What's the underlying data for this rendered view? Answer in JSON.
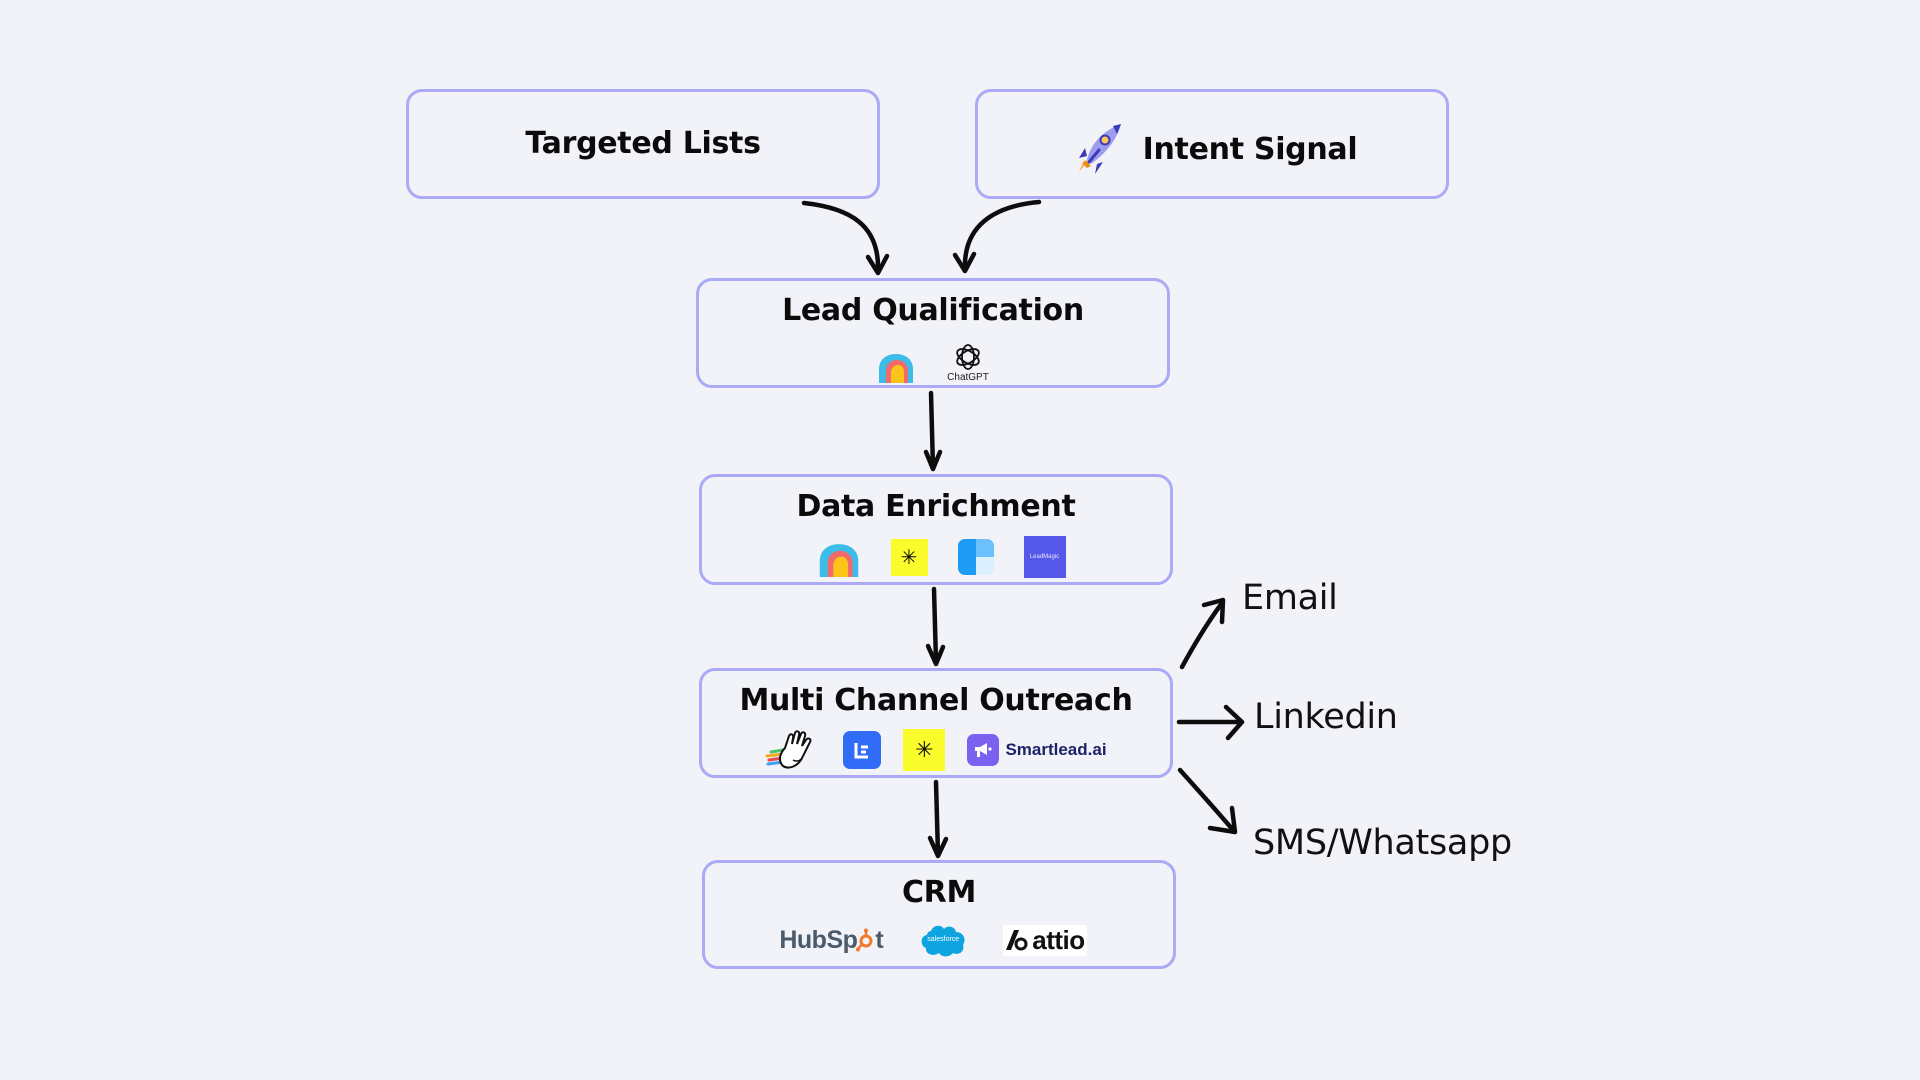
{
  "diagram": {
    "sources": [
      {
        "label": "Targeted Lists"
      },
      {
        "label": "Intent Signal",
        "icon": "rocket-icon"
      }
    ],
    "stages": [
      {
        "label": "Lead Qualification",
        "tools": [
          "clay-logo",
          "ChatGPT"
        ]
      },
      {
        "label": "Data Enrichment",
        "tools": [
          "clay-logo",
          "clearbit-yellow-logo",
          "apollo-blue-logo",
          "LeadMagic"
        ]
      },
      {
        "label": "Multi Channel Outreach",
        "tools": [
          "hand-wave-logo",
          "lemlist-logo",
          "clearbit-yellow-logo",
          "Smartlead.ai"
        ]
      },
      {
        "label": "CRM",
        "tools": [
          "HubSpot",
          "salesforce",
          "attio"
        ]
      }
    ],
    "outreach_channels": [
      {
        "label": "Email"
      },
      {
        "label": "Linkedin"
      },
      {
        "label": "SMS/Whatsapp"
      }
    ],
    "logo_text": {
      "chatgpt": "ChatGPT",
      "leadmagic": "LeadMagic",
      "smartlead": "Smartlead.ai",
      "hubspot_a": "HubSp",
      "hubspot_b": "t",
      "salesforce": "salesforce",
      "attio": "attio"
    },
    "colors": {
      "box_border": "#aaaaf7",
      "background": "#f2f3f9",
      "arrow": "#0d0d0d",
      "leadmagic": "#5557e8",
      "clearbit_yellow": "#fbfc2c",
      "lemlist": "#316bf6",
      "smartlead": "#7b61f0",
      "hubspot_orange": "#f2792b",
      "salesforce": "#0ea4e0"
    }
  }
}
